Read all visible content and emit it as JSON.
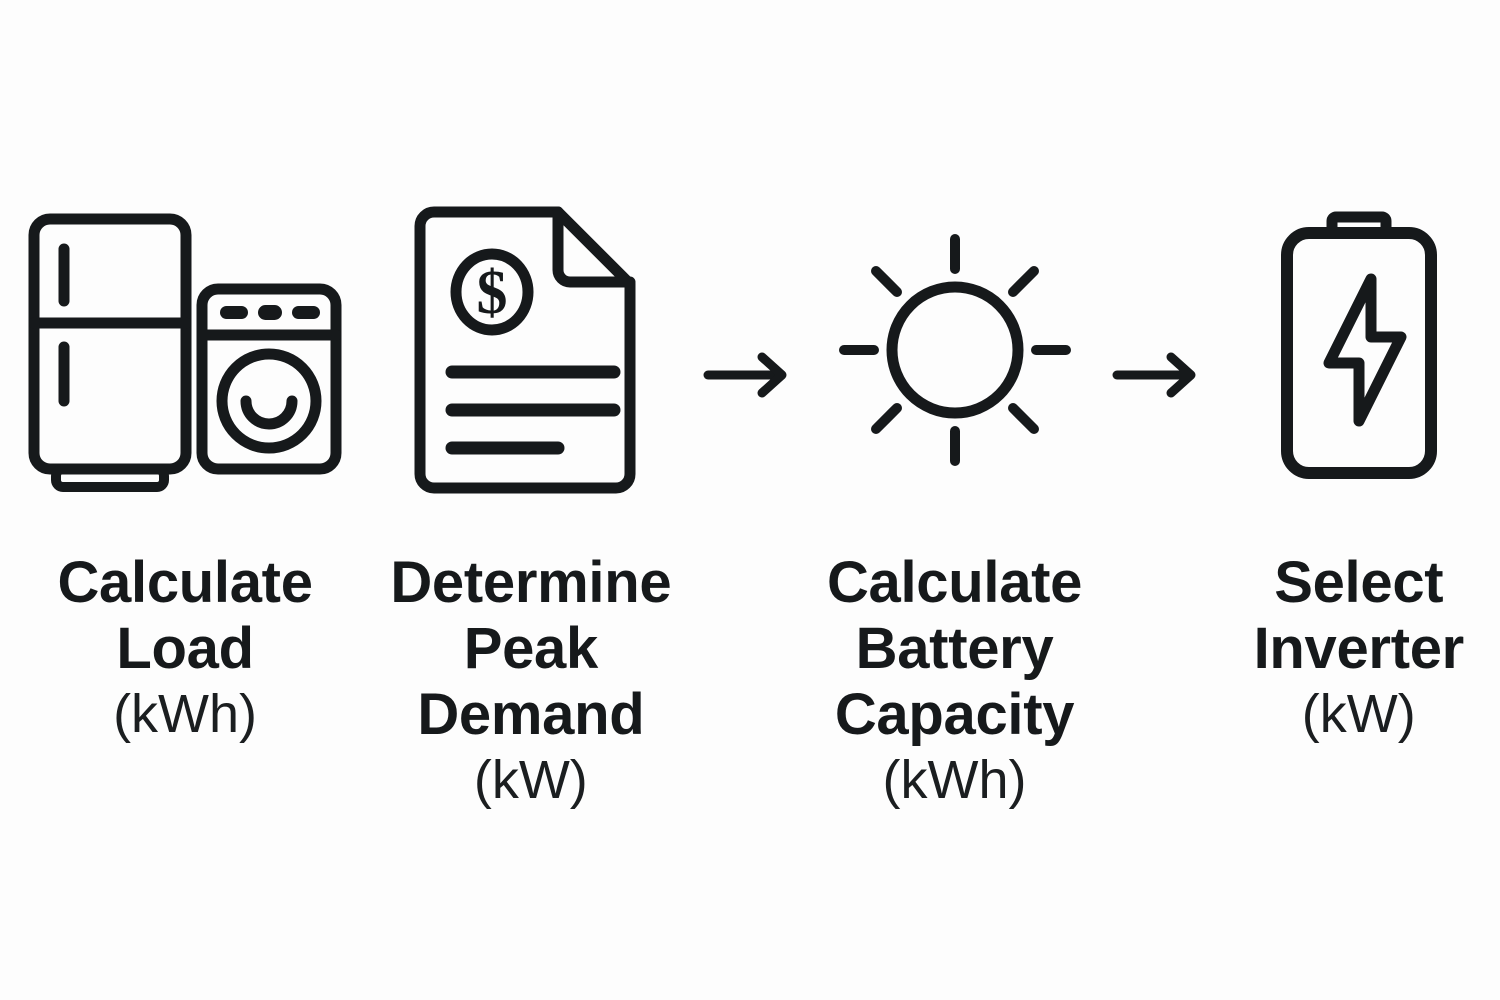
{
  "diagram": {
    "type": "process-flow",
    "title": "",
    "background_color": "#fdfdfd",
    "stroke_color": "#16191b",
    "orientation": "horizontal",
    "step_count": 4,
    "connector_count": 2,
    "connector_symbol": "→",
    "steps": [
      {
        "index": 1,
        "icon": "appliances-fridge-washer-icon",
        "icon_parts": [
          "refrigerator",
          "washing-machine"
        ],
        "label_main": "Calculate Load",
        "label_line_1": "Calculate",
        "label_line_2": "Load",
        "unit": "(kWh)"
      },
      {
        "index": 2,
        "icon": "bill-document-dollar-icon",
        "icon_parts": [
          "document-folded-corner",
          "dollar-sign-circle",
          "text-line",
          "text-line",
          "text-line-short"
        ],
        "label_main": "Determine Peak Demand",
        "label_line_1": "Determine",
        "label_line_2": "Peak",
        "label_line_3": "Demand",
        "unit": "(kW)"
      },
      {
        "index": 3,
        "icon": "sun-icon",
        "icon_parts": [
          "sun-disc",
          "8-rays"
        ],
        "label_main": "Calculate Battery Capacity",
        "label_line_1": "Calculate",
        "label_line_2": "Battery",
        "label_line_3": "Capacity",
        "unit": "(kWh)"
      },
      {
        "index": 4,
        "icon": "battery-bolt-icon",
        "icon_parts": [
          "battery-body",
          "battery-terminal",
          "lightning-bolt"
        ],
        "label_main": "Select Inverter",
        "label_line_1": "Select",
        "label_line_2": "Inverter",
        "unit": "(kW)"
      }
    ],
    "connectors": [
      {
        "index": 1,
        "from_step": 1,
        "to_step": 2,
        "name": "arrow-right"
      },
      {
        "index": 2,
        "from_step": 3,
        "to_step": 4,
        "name": "arrow-right"
      }
    ]
  }
}
